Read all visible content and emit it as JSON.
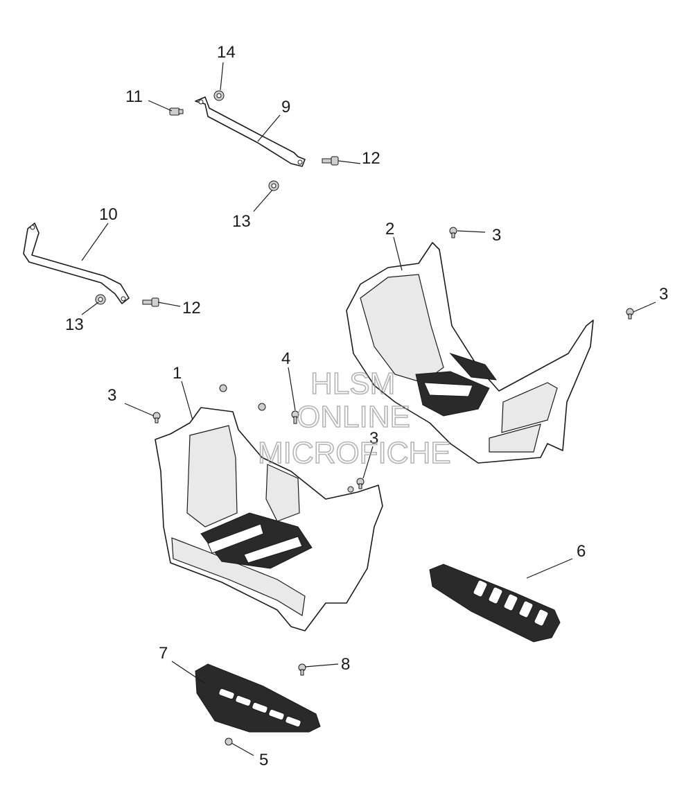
{
  "watermark": {
    "line1": "HLSM",
    "line2": "ONLINE",
    "line3": "MICROFICHE"
  },
  "callouts": {
    "c1": "1",
    "c2": "2",
    "c3a": "3",
    "c3b": "3",
    "c3c": "3",
    "c3d": "3",
    "c4": "4",
    "c5": "5",
    "c6": "6",
    "c7": "7",
    "c8": "8",
    "c9": "9",
    "c10": "10",
    "c11": "11",
    "c12a": "12",
    "c12b": "12",
    "c13a": "13",
    "c13b": "13",
    "c14": "14"
  }
}
